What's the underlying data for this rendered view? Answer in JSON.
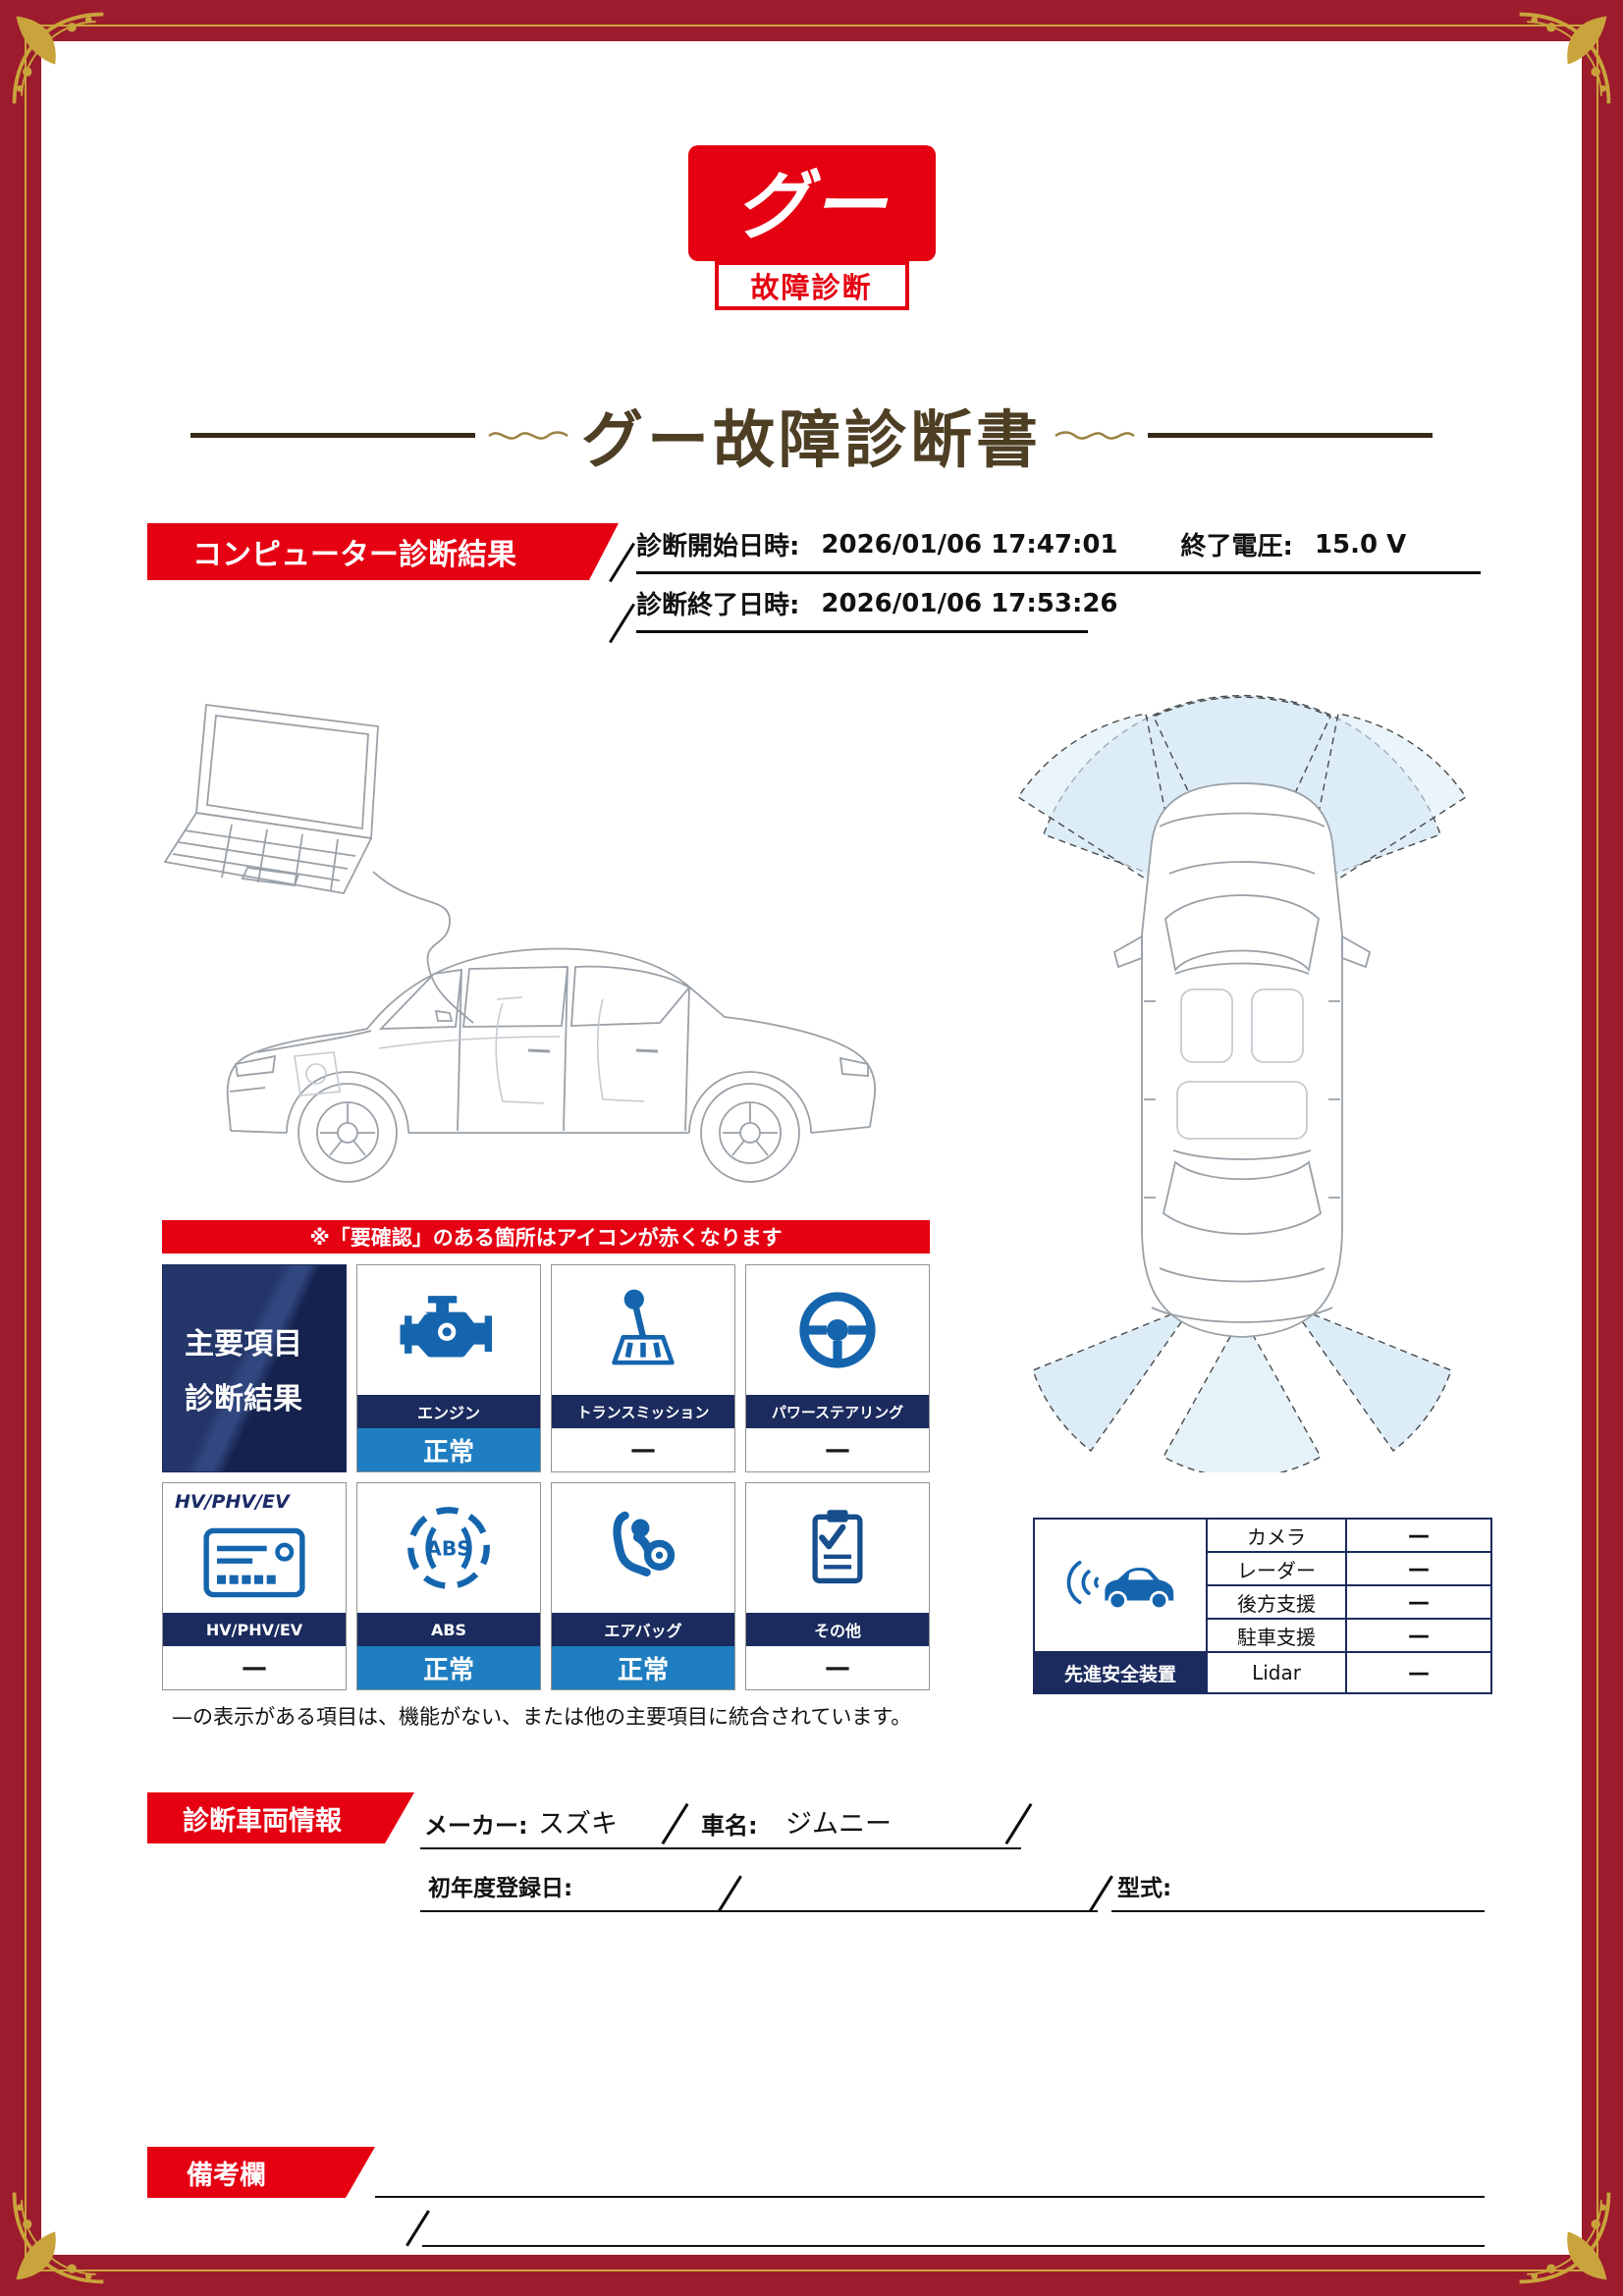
{
  "colors": {
    "brand_red": "#E50012",
    "frame_maroon": "#9C1B2C",
    "frame_gold": "#C9A43C",
    "navy": "#1B2B5E",
    "status_blue": "#1F7EC1",
    "icon_blue": "#1565AE",
    "title_brown": "#4E3F24"
  },
  "logo": {
    "main": "グー",
    "sub": "故障診断"
  },
  "title": "グー故障診断書",
  "computer_diagnosis": {
    "section_label": "コンピューター診断結果",
    "start_label": "診断開始日時:",
    "start_value": "2026/01/06 17:47:01",
    "voltage_label": "終了電圧:",
    "voltage_value": "15.0 V",
    "end_label": "診断終了日時:",
    "end_value": "2026/01/06 17:53:26"
  },
  "notice": "※「要確認」のある箇所はアイコンが赤くなります",
  "main_grid": {
    "header_line1": "主要項目",
    "header_line2": "診断結果",
    "hv_logo": "HV/PHV/EV",
    "abs_text": "ABS",
    "items": [
      {
        "icon": "engine-icon",
        "label": "エンジン",
        "status": "正常"
      },
      {
        "icon": "transmission-icon",
        "label": "トランスミッション",
        "status": "—"
      },
      {
        "icon": "power-steering-icon",
        "label": "パワーステアリング",
        "status": "—"
      },
      {
        "icon": "hv-phv-ev-icon",
        "label": "HV/PHV/EV",
        "status": "—"
      },
      {
        "icon": "abs-icon",
        "label": "ABS",
        "status": "正常"
      },
      {
        "icon": "airbag-icon",
        "label": "エアバッグ",
        "status": "正常"
      },
      {
        "icon": "other-clipboard-icon",
        "label": "その他",
        "status": "—"
      }
    ]
  },
  "footnote": "—の表示がある項目は、機能がない、または他の主要項目に統合されています。",
  "safety": {
    "label": "先進安全装置",
    "rows": [
      {
        "name": "カメラ",
        "value": "—"
      },
      {
        "name": "レーダー",
        "value": "—"
      },
      {
        "name": "後方支援",
        "value": "—"
      },
      {
        "name": "駐車支援",
        "value": "—"
      },
      {
        "name": "Lidar",
        "value": "—"
      }
    ]
  },
  "vehicle_info": {
    "section_label": "診断車両情報",
    "maker_label": "メーカー:",
    "maker_value": "スズキ",
    "car_label": "車名:",
    "car_value": "ジムニー",
    "registration_label": "初年度登録日:",
    "registration_value": "",
    "model_label": "型式:",
    "model_value": ""
  },
  "remarks": {
    "section_label": "備考欄"
  }
}
